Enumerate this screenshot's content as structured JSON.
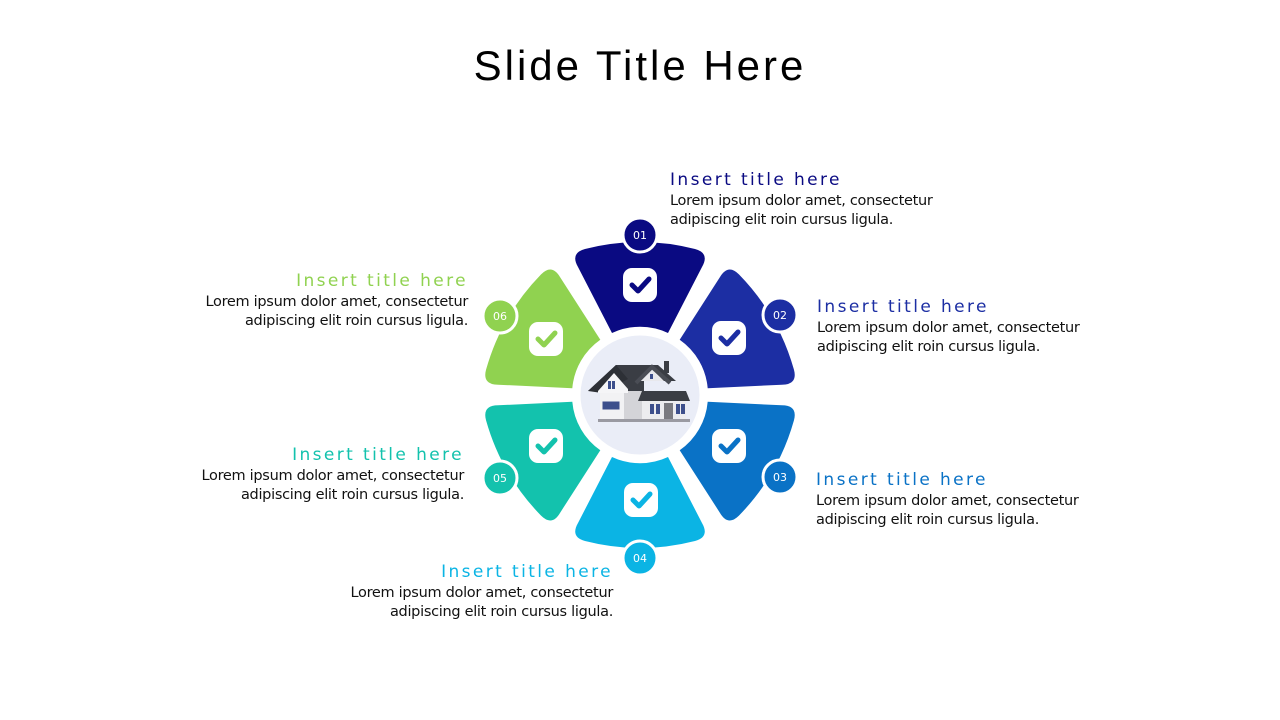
{
  "slide": {
    "title": "Slide Title Here"
  },
  "center": {
    "icon": "house-icon",
    "background": "#eaedf7"
  },
  "items": [
    {
      "number": "01",
      "title": "Insert title here",
      "description_line1": "Lorem ipsum dolor amet, consectetur",
      "description_line2": "adipiscing elit roin cursus ligula.",
      "color": "#0a0a82",
      "icon": "check-icon"
    },
    {
      "number": "02",
      "title": "Insert title here",
      "description_line1": "Lorem ipsum dolor amet, consectetur",
      "description_line2": "adipiscing elit roin cursus ligula.",
      "color": "#1c2ea3",
      "icon": "check-icon"
    },
    {
      "number": "03",
      "title": "Insert title here",
      "description_line1": "Lorem ipsum dolor amet, consectetur",
      "description_line2": "adipiscing elit roin cursus ligula.",
      "color": "#0a72c6",
      "icon": "check-icon"
    },
    {
      "number": "04",
      "title": "Insert title here",
      "description_line1": "Lorem ipsum dolor amet, consectetur",
      "description_line2": "adipiscing elit roin cursus ligula.",
      "color": "#0bb4e4",
      "icon": "check-icon"
    },
    {
      "number": "05",
      "title": "Insert title here",
      "description_line1": "Lorem ipsum dolor amet, consectetur",
      "description_line2": "adipiscing elit roin cursus ligula.",
      "color": "#13c2ad",
      "icon": "check-icon"
    },
    {
      "number": "06",
      "title": "Insert title here",
      "description_line1": "Lorem ipsum dolor amet, consectetur",
      "description_line2": "adipiscing elit roin cursus ligula.",
      "color": "#90d250",
      "icon": "check-icon"
    }
  ]
}
